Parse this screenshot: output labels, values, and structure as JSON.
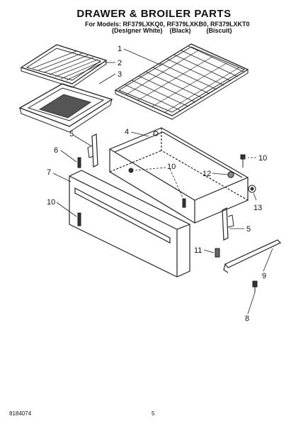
{
  "header": {
    "title": "DRAWER & BROILER PARTS",
    "models_line": "For Models: RF379LXKQ0, RF379LXKB0, RF379LXKT0",
    "variants": [
      "(Designer White)",
      "(Black)",
      "(Biscuit)"
    ]
  },
  "callouts": {
    "c1": "1",
    "c2": "2",
    "c3": "3",
    "c4": "4",
    "c5a": "5",
    "c5b": "5",
    "c6": "6",
    "c7": "7",
    "c8": "8",
    "c9": "9",
    "c10a": "10",
    "c10b": "10",
    "c10c": "10",
    "c11": "11",
    "c12": "12",
    "c13": "13"
  },
  "footer": {
    "part_number": "8184074",
    "page": "5"
  }
}
